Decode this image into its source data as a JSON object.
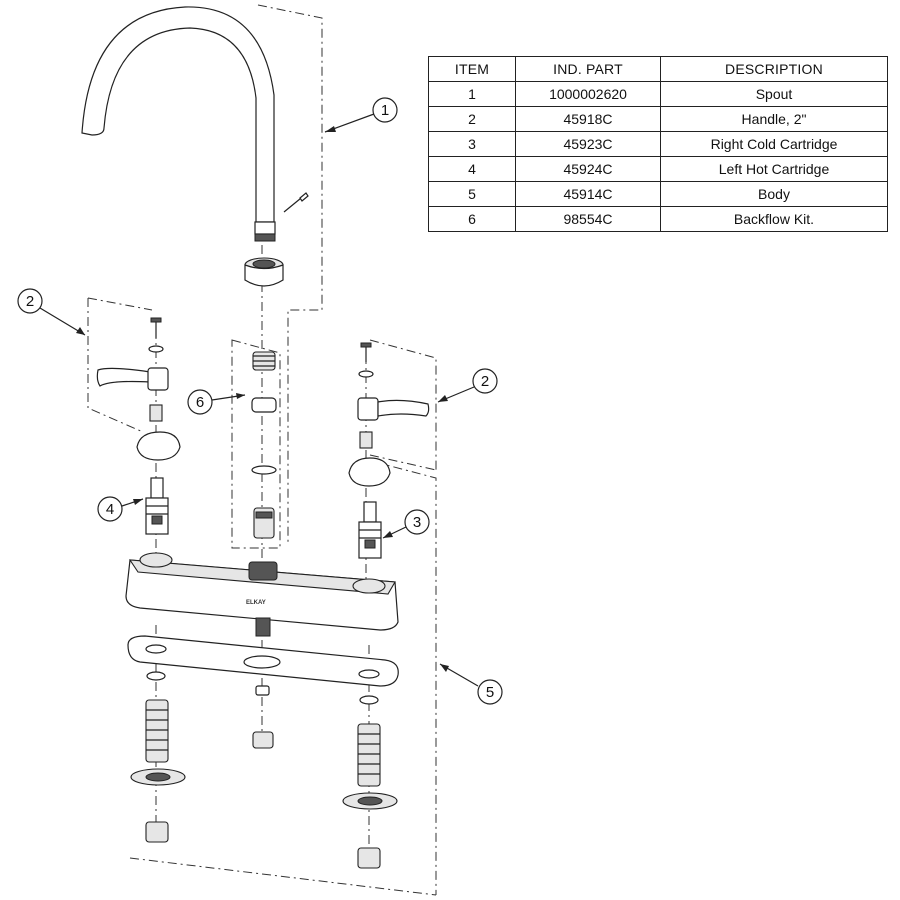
{
  "table": {
    "headers": {
      "item": "ITEM",
      "part": "IND. PART",
      "description": "DESCRIPTION"
    },
    "rows": [
      {
        "item": "1",
        "part": "1000002620",
        "description": "Spout"
      },
      {
        "item": "2",
        "part": "45918C",
        "description": "Handle, 2\""
      },
      {
        "item": "3",
        "part": "45923C",
        "description": "Right Cold Cartridge"
      },
      {
        "item": "4",
        "part": "45924C",
        "description": "Left Hot Cartridge"
      },
      {
        "item": "5",
        "part": "45914C",
        "description": "Body"
      },
      {
        "item": "6",
        "part": "98554C",
        "description": "Backflow Kit."
      }
    ]
  },
  "callouts": {
    "spout": "1",
    "handle_left": "2",
    "handle_right": "2",
    "cartridge_right": "3",
    "cartridge_left": "4",
    "body": "5",
    "backflow_kit": "6"
  },
  "brand_mark": "ELKAY"
}
